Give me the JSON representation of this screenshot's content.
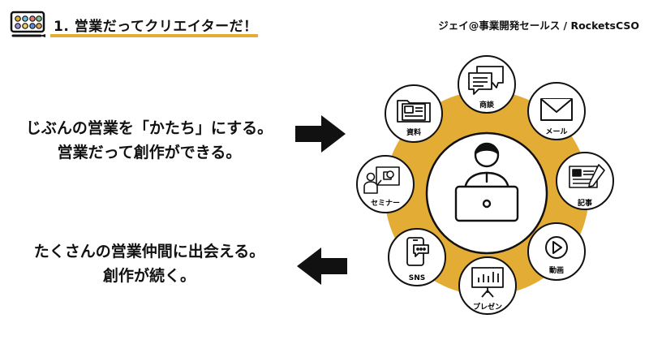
{
  "header": {
    "title": "1. 営業だってクリエイターだ！",
    "author": "ジェイ@事業開発セールス / RocketsCSO"
  },
  "messages": {
    "top_line1": "じぶんの営業を「かたち」にする。",
    "top_line2": "営業だって創作ができる。",
    "bottom_line1": "たくさんの営業仲間に出会える。",
    "bottom_line2": "創作が続く。"
  },
  "diagram": {
    "items": [
      {
        "label": "商談",
        "icon": "chat-bubbles-icon"
      },
      {
        "label": "メール",
        "icon": "envelope-icon"
      },
      {
        "label": "記事",
        "icon": "article-icon"
      },
      {
        "label": "動画",
        "icon": "play-icon"
      },
      {
        "label": "プレゼン",
        "icon": "presentation-board-icon"
      },
      {
        "label": "SNS",
        "icon": "smartphone-chat-icon"
      },
      {
        "label": "セミナー",
        "icon": "seminar-speaker-icon"
      },
      {
        "label": "資料",
        "icon": "folder-document-icon"
      }
    ],
    "center_icon": "person-laptop-icon"
  },
  "colors": {
    "accent": "#e3ac34",
    "ink": "#111111",
    "background": "#ffffff"
  }
}
